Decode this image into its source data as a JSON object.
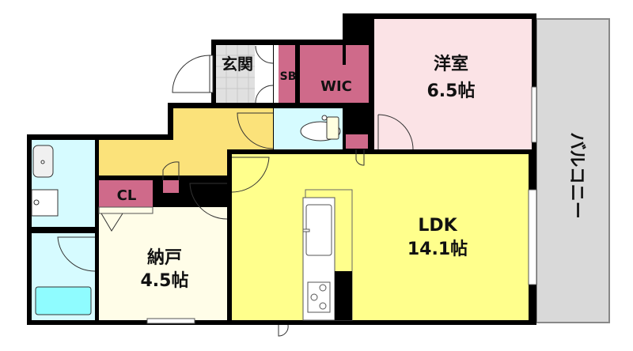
{
  "rooms": {
    "genkan": {
      "name": "玄関",
      "color": "#e0e0e0"
    },
    "sb": {
      "name": "SB",
      "color": "#cf6a8a"
    },
    "wic": {
      "name": "WIC",
      "color": "#cf6a8a"
    },
    "western": {
      "name": "洋室",
      "size": "6.5帖",
      "color": "#fbe3e6"
    },
    "balcony": {
      "name": "バルコニー",
      "color": "#d9d9d9"
    },
    "hallway": {
      "color": "#fbe27a"
    },
    "toilet": {
      "color": "#d6fbff"
    },
    "washroom": {
      "color": "#d6fbff"
    },
    "bath": {
      "color": "#8ffcff"
    },
    "closet": {
      "name": "CL",
      "color": "#cf6a8a"
    },
    "storage": {
      "name": "納戸",
      "size": "4.5帖",
      "color": "#fffde8"
    },
    "ldk": {
      "name": "LDK",
      "size": "14.1帖",
      "color": "#ffff8c"
    }
  },
  "wall_color": "#000000"
}
